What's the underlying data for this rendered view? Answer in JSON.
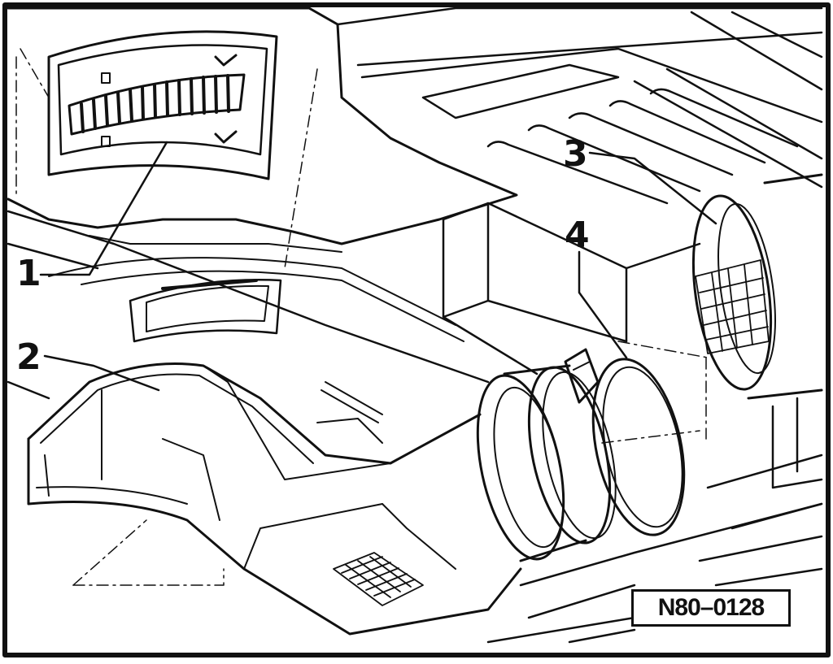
{
  "diagram": {
    "callouts": [
      {
        "label": "1",
        "target": "temperature-control-dial"
      },
      {
        "label": "2",
        "target": "air-intake-duct"
      },
      {
        "label": "3",
        "target": "air-filter-housing-hose"
      },
      {
        "label": "4",
        "target": "hose-clamp"
      }
    ],
    "reference_code": "N80–0128",
    "colors": {
      "line": "#111111",
      "background": "#ffffff"
    }
  }
}
